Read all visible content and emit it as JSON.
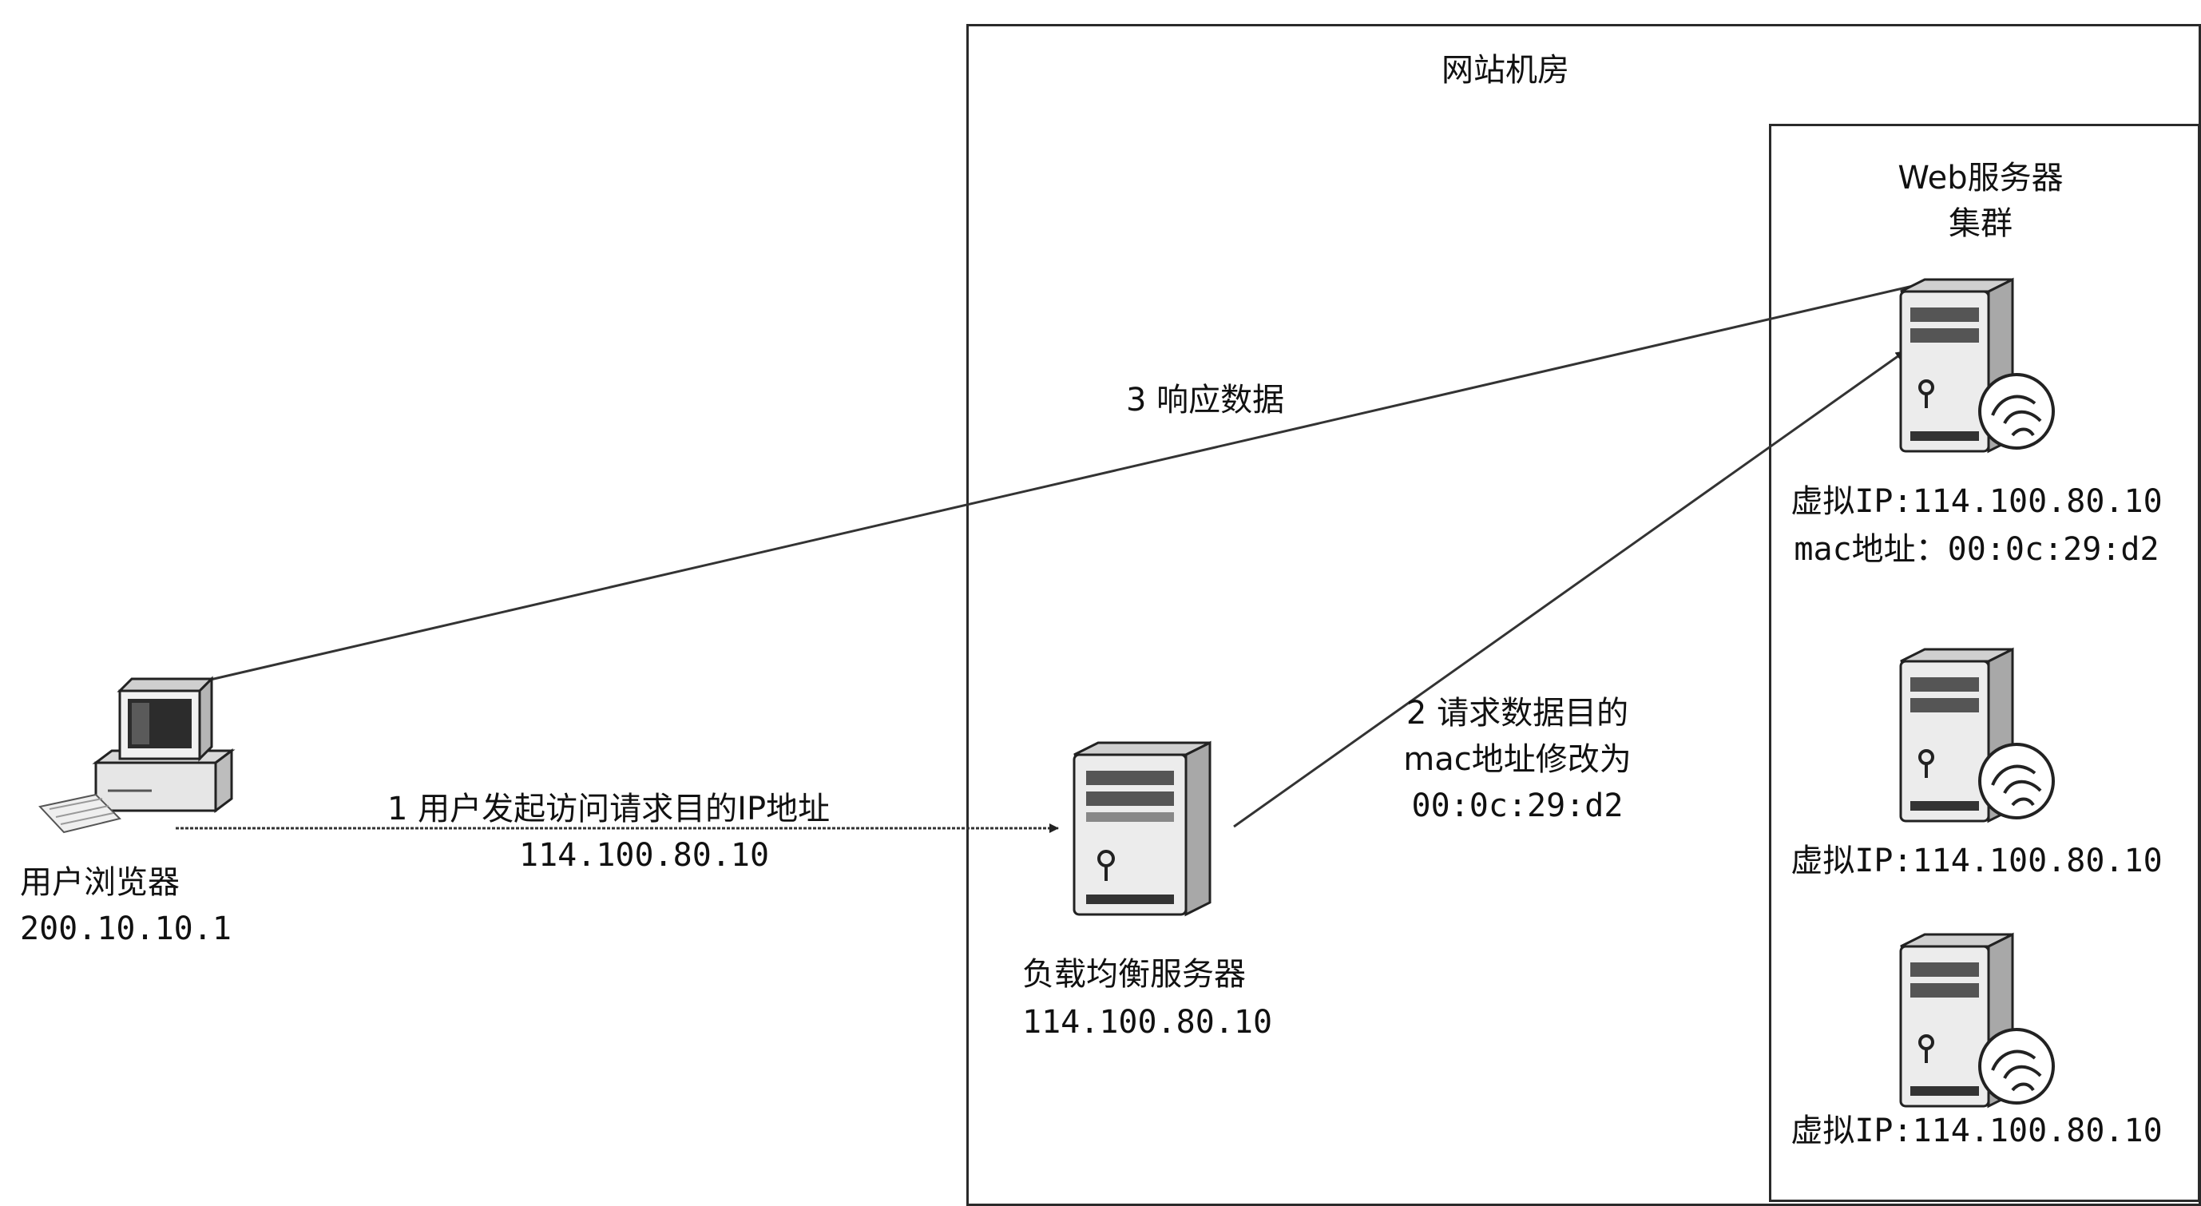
{
  "datacenter": {
    "title": "网站机房"
  },
  "cluster": {
    "title_line1": "Web服务器",
    "title_line2": "集群"
  },
  "client": {
    "name": "用户浏览器",
    "ip": "200.10.10.1"
  },
  "load_balancer": {
    "name": "负载均衡服务器",
    "ip": "114.100.80.10"
  },
  "web_servers": [
    {
      "vip": "虚拟IP:114.100.80.10",
      "mac": "mac地址：00:0c:29:d2"
    },
    {
      "vip": "虚拟IP:114.100.80.10"
    },
    {
      "vip": "虚拟IP:114.100.80.10"
    }
  ],
  "steps": {
    "step1_line1": "1 用户发起访问请求目的IP地址",
    "step1_line2": "114.100.80.10",
    "step2_line1": "2 请求数据目的",
    "step2_line2": "mac地址修改为",
    "step2_line3": "00:0c:29:d2",
    "step3": "3 响应数据"
  }
}
